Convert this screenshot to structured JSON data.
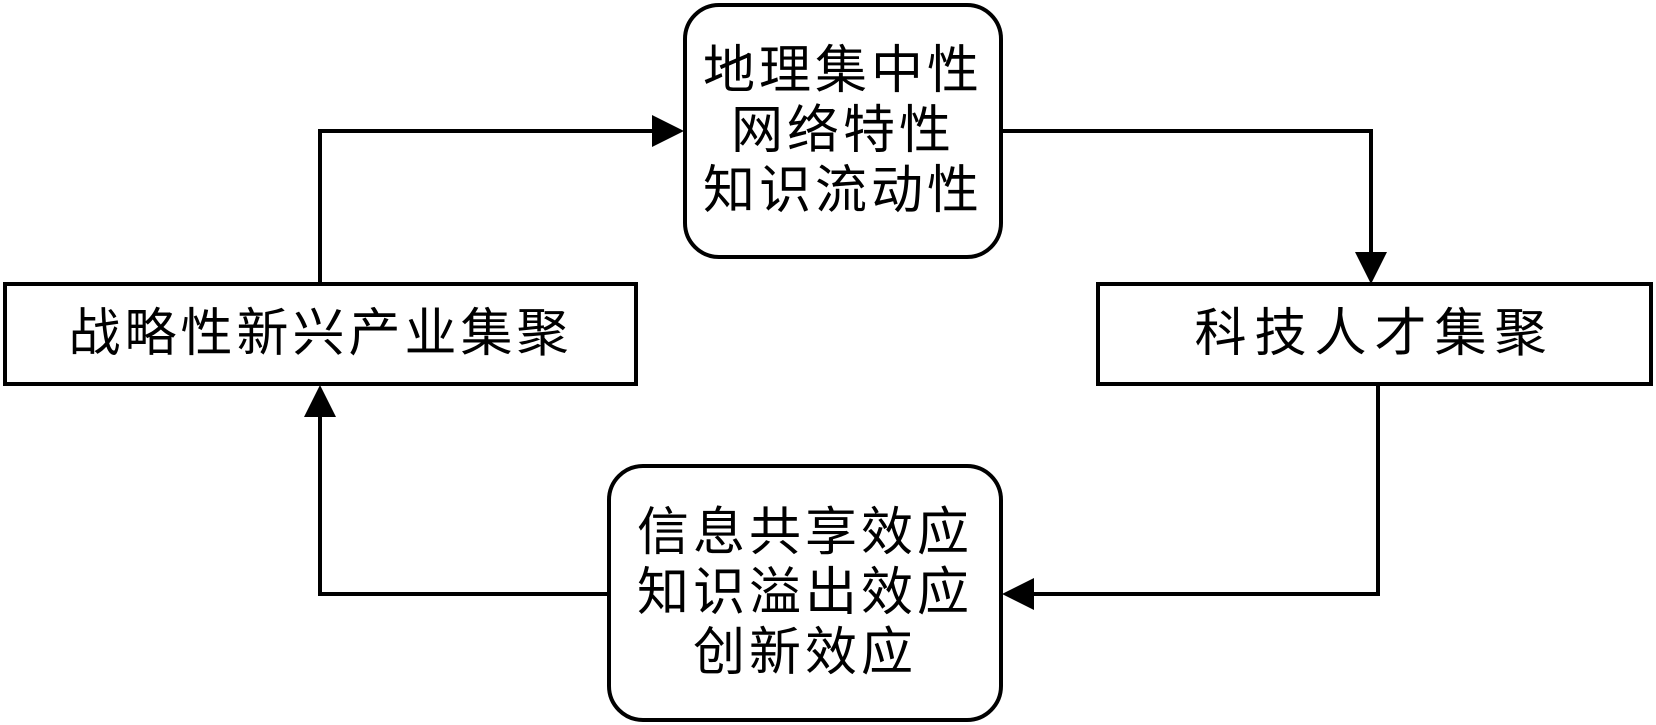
{
  "nodes": {
    "top": {
      "lines": [
        "地理集中性",
        "网络特性",
        "知识流动性"
      ]
    },
    "left": {
      "lines": [
        "战略性新兴产业集聚"
      ]
    },
    "right": {
      "lines": [
        "科技人才集聚"
      ]
    },
    "bottom": {
      "lines": [
        "信息共享效应",
        "知识溢出效应",
        "创新效应"
      ]
    }
  },
  "edges": [
    {
      "from": "left",
      "to": "top"
    },
    {
      "from": "top",
      "to": "right"
    },
    {
      "from": "right",
      "to": "bottom"
    },
    {
      "from": "bottom",
      "to": "left"
    }
  ],
  "colors": {
    "stroke": "#000000",
    "background": "#ffffff"
  }
}
